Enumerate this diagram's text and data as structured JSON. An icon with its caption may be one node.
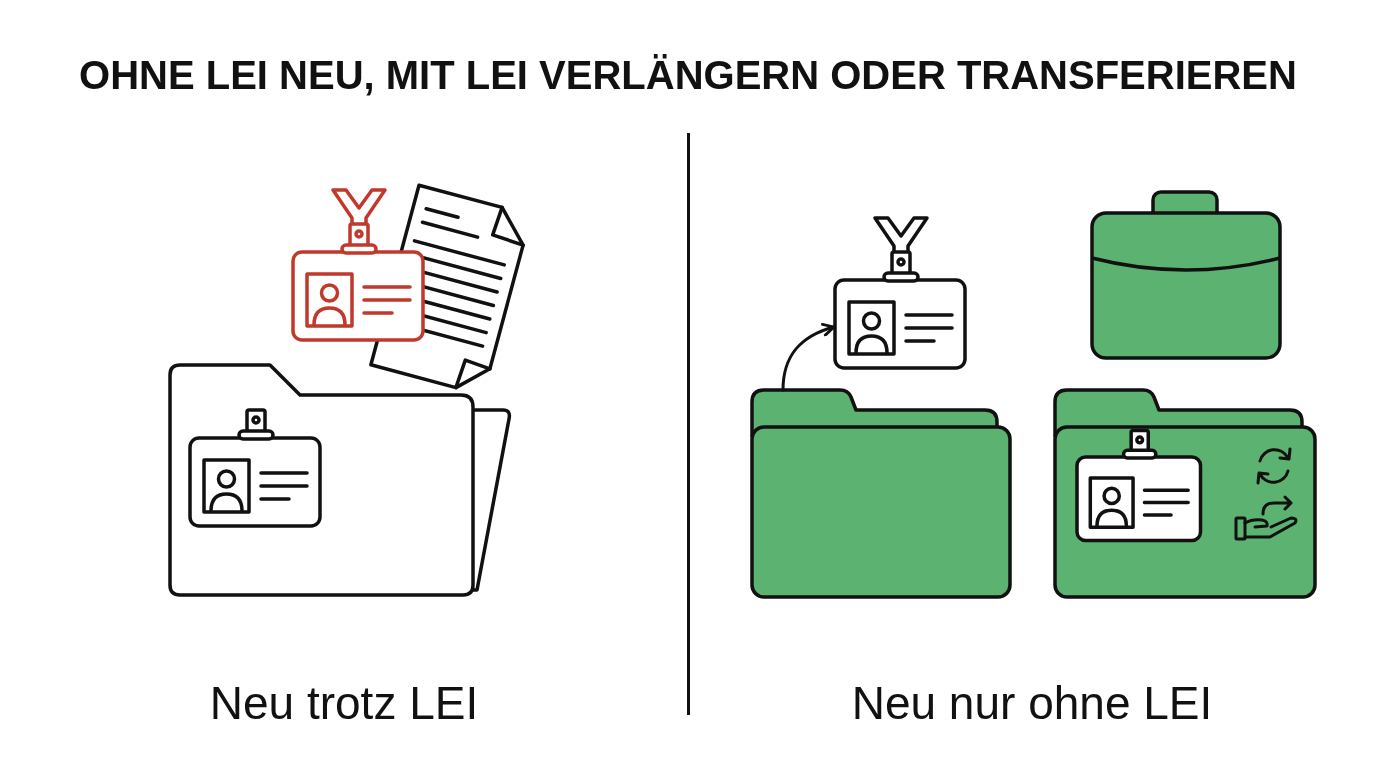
{
  "diagram": {
    "title": "OHNE LEI NEU, MIT LEI VERLÄNGERN ODER TRANSFERIEREN",
    "nodes": [
      {
        "text": [],
        "shape": "box"
      },
      {
        "text": [],
        "shape": "picture"
      }
    ],
    "edges": [
      {
        "from": 0,
        "to": 1,
        "arrow": "to"
      }
    ],
    "labels": [
      "Neu trotz LEI",
      "Neu nur ohne LEI"
    ]
  }
}
